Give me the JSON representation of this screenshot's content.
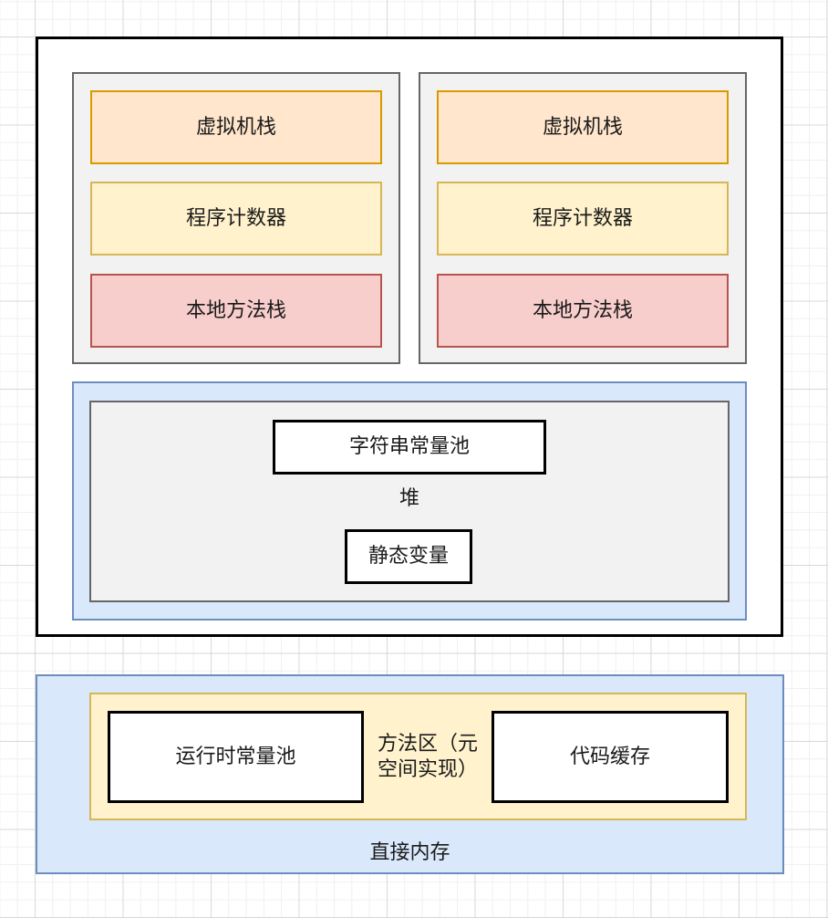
{
  "runtime_area": {
    "thread_panels": [
      {
        "items": [
          {
            "label": "虚拟机栈"
          },
          {
            "label": "程序计数器"
          },
          {
            "label": "本地方法栈"
          }
        ]
      },
      {
        "items": [
          {
            "label": "虚拟机栈"
          },
          {
            "label": "程序计数器"
          },
          {
            "label": "本地方法栈"
          }
        ]
      }
    ],
    "heap": {
      "label": "堆",
      "string_pool_label": "字符串常量池",
      "static_vars_label": "静态变量"
    }
  },
  "direct_memory": {
    "label": "直接内存",
    "method_area": {
      "label": "方法区（元空间实现）",
      "runtime_pool_label": "运行时常量池",
      "code_cache_label": "代码缓存"
    }
  },
  "colors": {
    "vm_stack_fill": "#ffe6cc",
    "vm_stack_border": "#d79b00",
    "program_counter_fill": "#fff2cc",
    "program_counter_border": "#d6b656",
    "native_stack_fill": "#f8cecc",
    "native_stack_border": "#b85450",
    "grey_panel_fill": "#f2f2f2",
    "grey_panel_border": "#666666",
    "blue_panel_fill": "#dae8fc",
    "blue_panel_border": "#6c8ebf",
    "yellow_panel_fill": "#fff2cc",
    "yellow_panel_border": "#d6b656",
    "white_box_fill": "#ffffff",
    "white_box_border": "#000000",
    "outer_box_border": "#000000",
    "grid_minor": "#f0f0f0",
    "grid_major": "#d9d9d9"
  }
}
